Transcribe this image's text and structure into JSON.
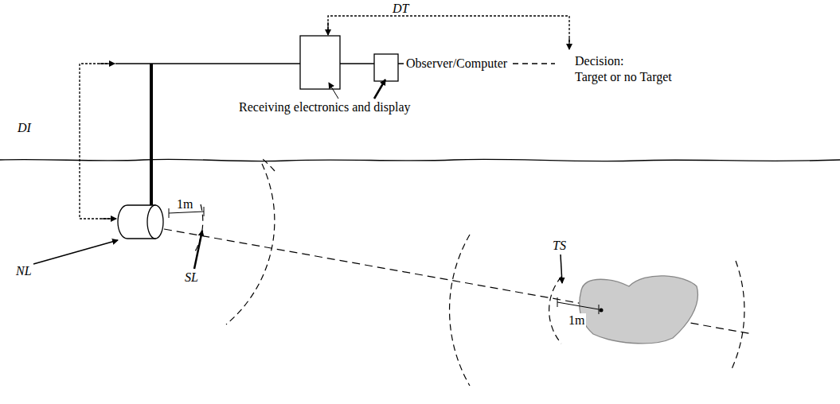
{
  "diagram": {
    "labels": [
      "DT",
      "Observer/Computer",
      "Decision:",
      "Target or no Target",
      "Receiving electronics and display",
      "DI",
      "1m",
      "SL",
      "NL",
      "TS",
      "1m"
    ]
  }
}
